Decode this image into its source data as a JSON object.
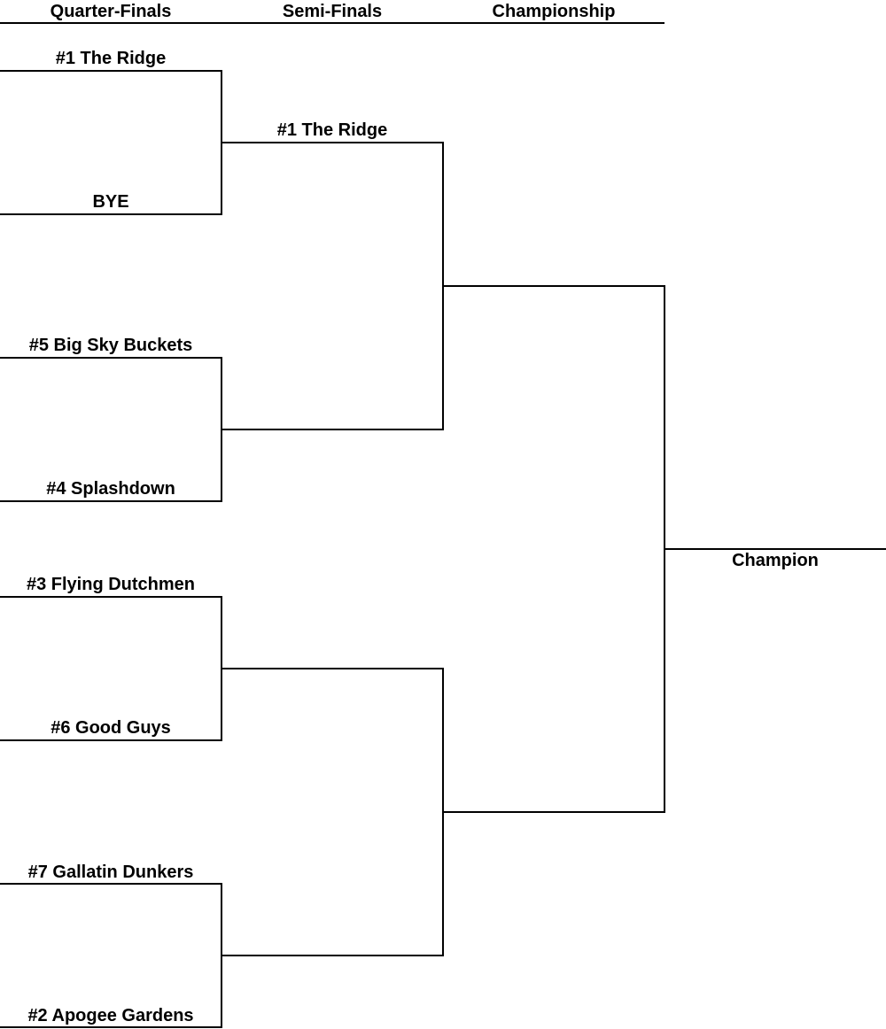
{
  "header": {
    "rounds": [
      "Quarter-Finals",
      "Semi-Finals",
      "Championship"
    ]
  },
  "quarter_finals": {
    "match1": {
      "top": "#1 The Ridge",
      "bottom": "BYE"
    },
    "match2": {
      "top": "#5 Big Sky Buckets",
      "bottom": "#4 Splashdown"
    },
    "match3": {
      "top": "#3 Flying Dutchmen",
      "bottom": "#6 Good Guys"
    },
    "match4": {
      "top": "#7 Gallatin Dunkers",
      "bottom": "#2 Apogee Gardens"
    }
  },
  "semi_finals": {
    "match1": {
      "top": "#1 The Ridge",
      "bottom": ""
    },
    "match2": {
      "top": "",
      "bottom": ""
    }
  },
  "championship": {
    "top": "",
    "bottom": ""
  },
  "champion": {
    "label": "Champion"
  },
  "colors": {
    "line": "#000000",
    "text": "#000000",
    "background": "#ffffff"
  }
}
